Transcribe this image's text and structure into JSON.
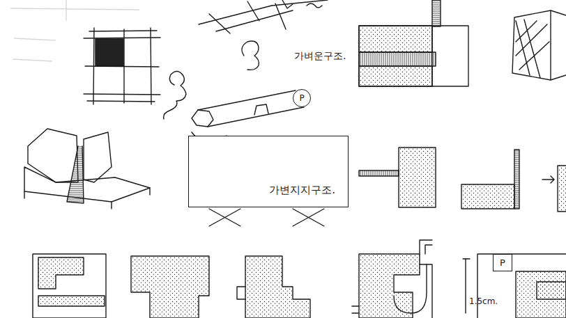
{
  "diagram": {
    "nodes": [
      {
        "text": [
          "가변지지구조."
        ]
      },
      {
        "text": [
          "P"
        ]
      },
      {
        "text": [
          "P"
        ]
      }
    ],
    "labels": [
      "가벼운구조.",
      "1.5cm."
    ]
  }
}
